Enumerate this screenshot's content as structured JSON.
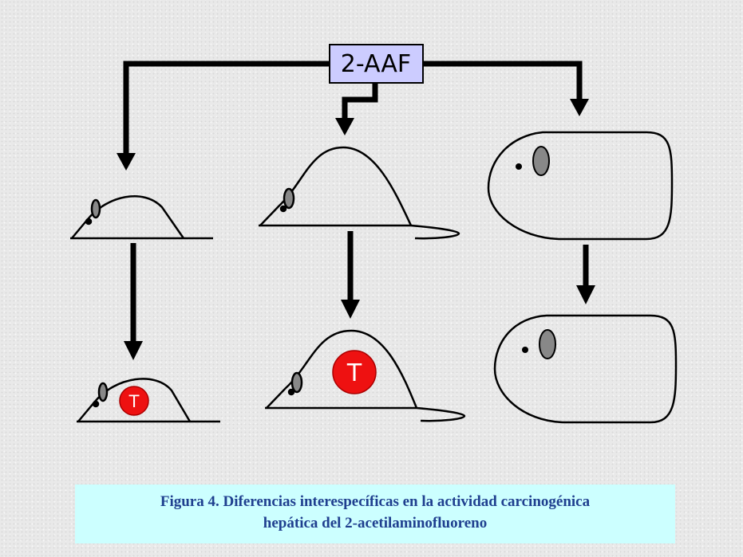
{
  "diagram": {
    "agent_label": "2-AAF",
    "tumor_label": "T",
    "colors": {
      "agent_box_fill": "#ccccff",
      "tumor_fill": "#ee1111",
      "eye_fill": "#888888",
      "caption_bg": "#ccffff",
      "caption_text": "#1f3f8f"
    }
  },
  "caption": {
    "line1": "Figura  4. Diferencias  interespecíficas  en  la  actividad   carcinogénica",
    "line2": "hepática  del  2-acetilaminofluoreno"
  }
}
